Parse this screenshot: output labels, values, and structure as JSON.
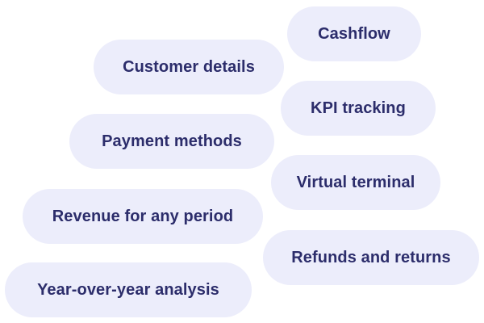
{
  "features": {
    "left": [
      {
        "label": "Customer details"
      },
      {
        "label": "Payment methods"
      },
      {
        "label": "Revenue for any period"
      },
      {
        "label": "Year-over-year analysis"
      }
    ],
    "right": [
      {
        "label": "Cashflow"
      },
      {
        "label": "KPI tracking"
      },
      {
        "label": "Virtual terminal"
      },
      {
        "label": "Refunds and returns"
      }
    ]
  },
  "colors": {
    "background": "#ffffff",
    "pill_background": "#ecedfb",
    "pill_text": "#2c2d6b"
  }
}
